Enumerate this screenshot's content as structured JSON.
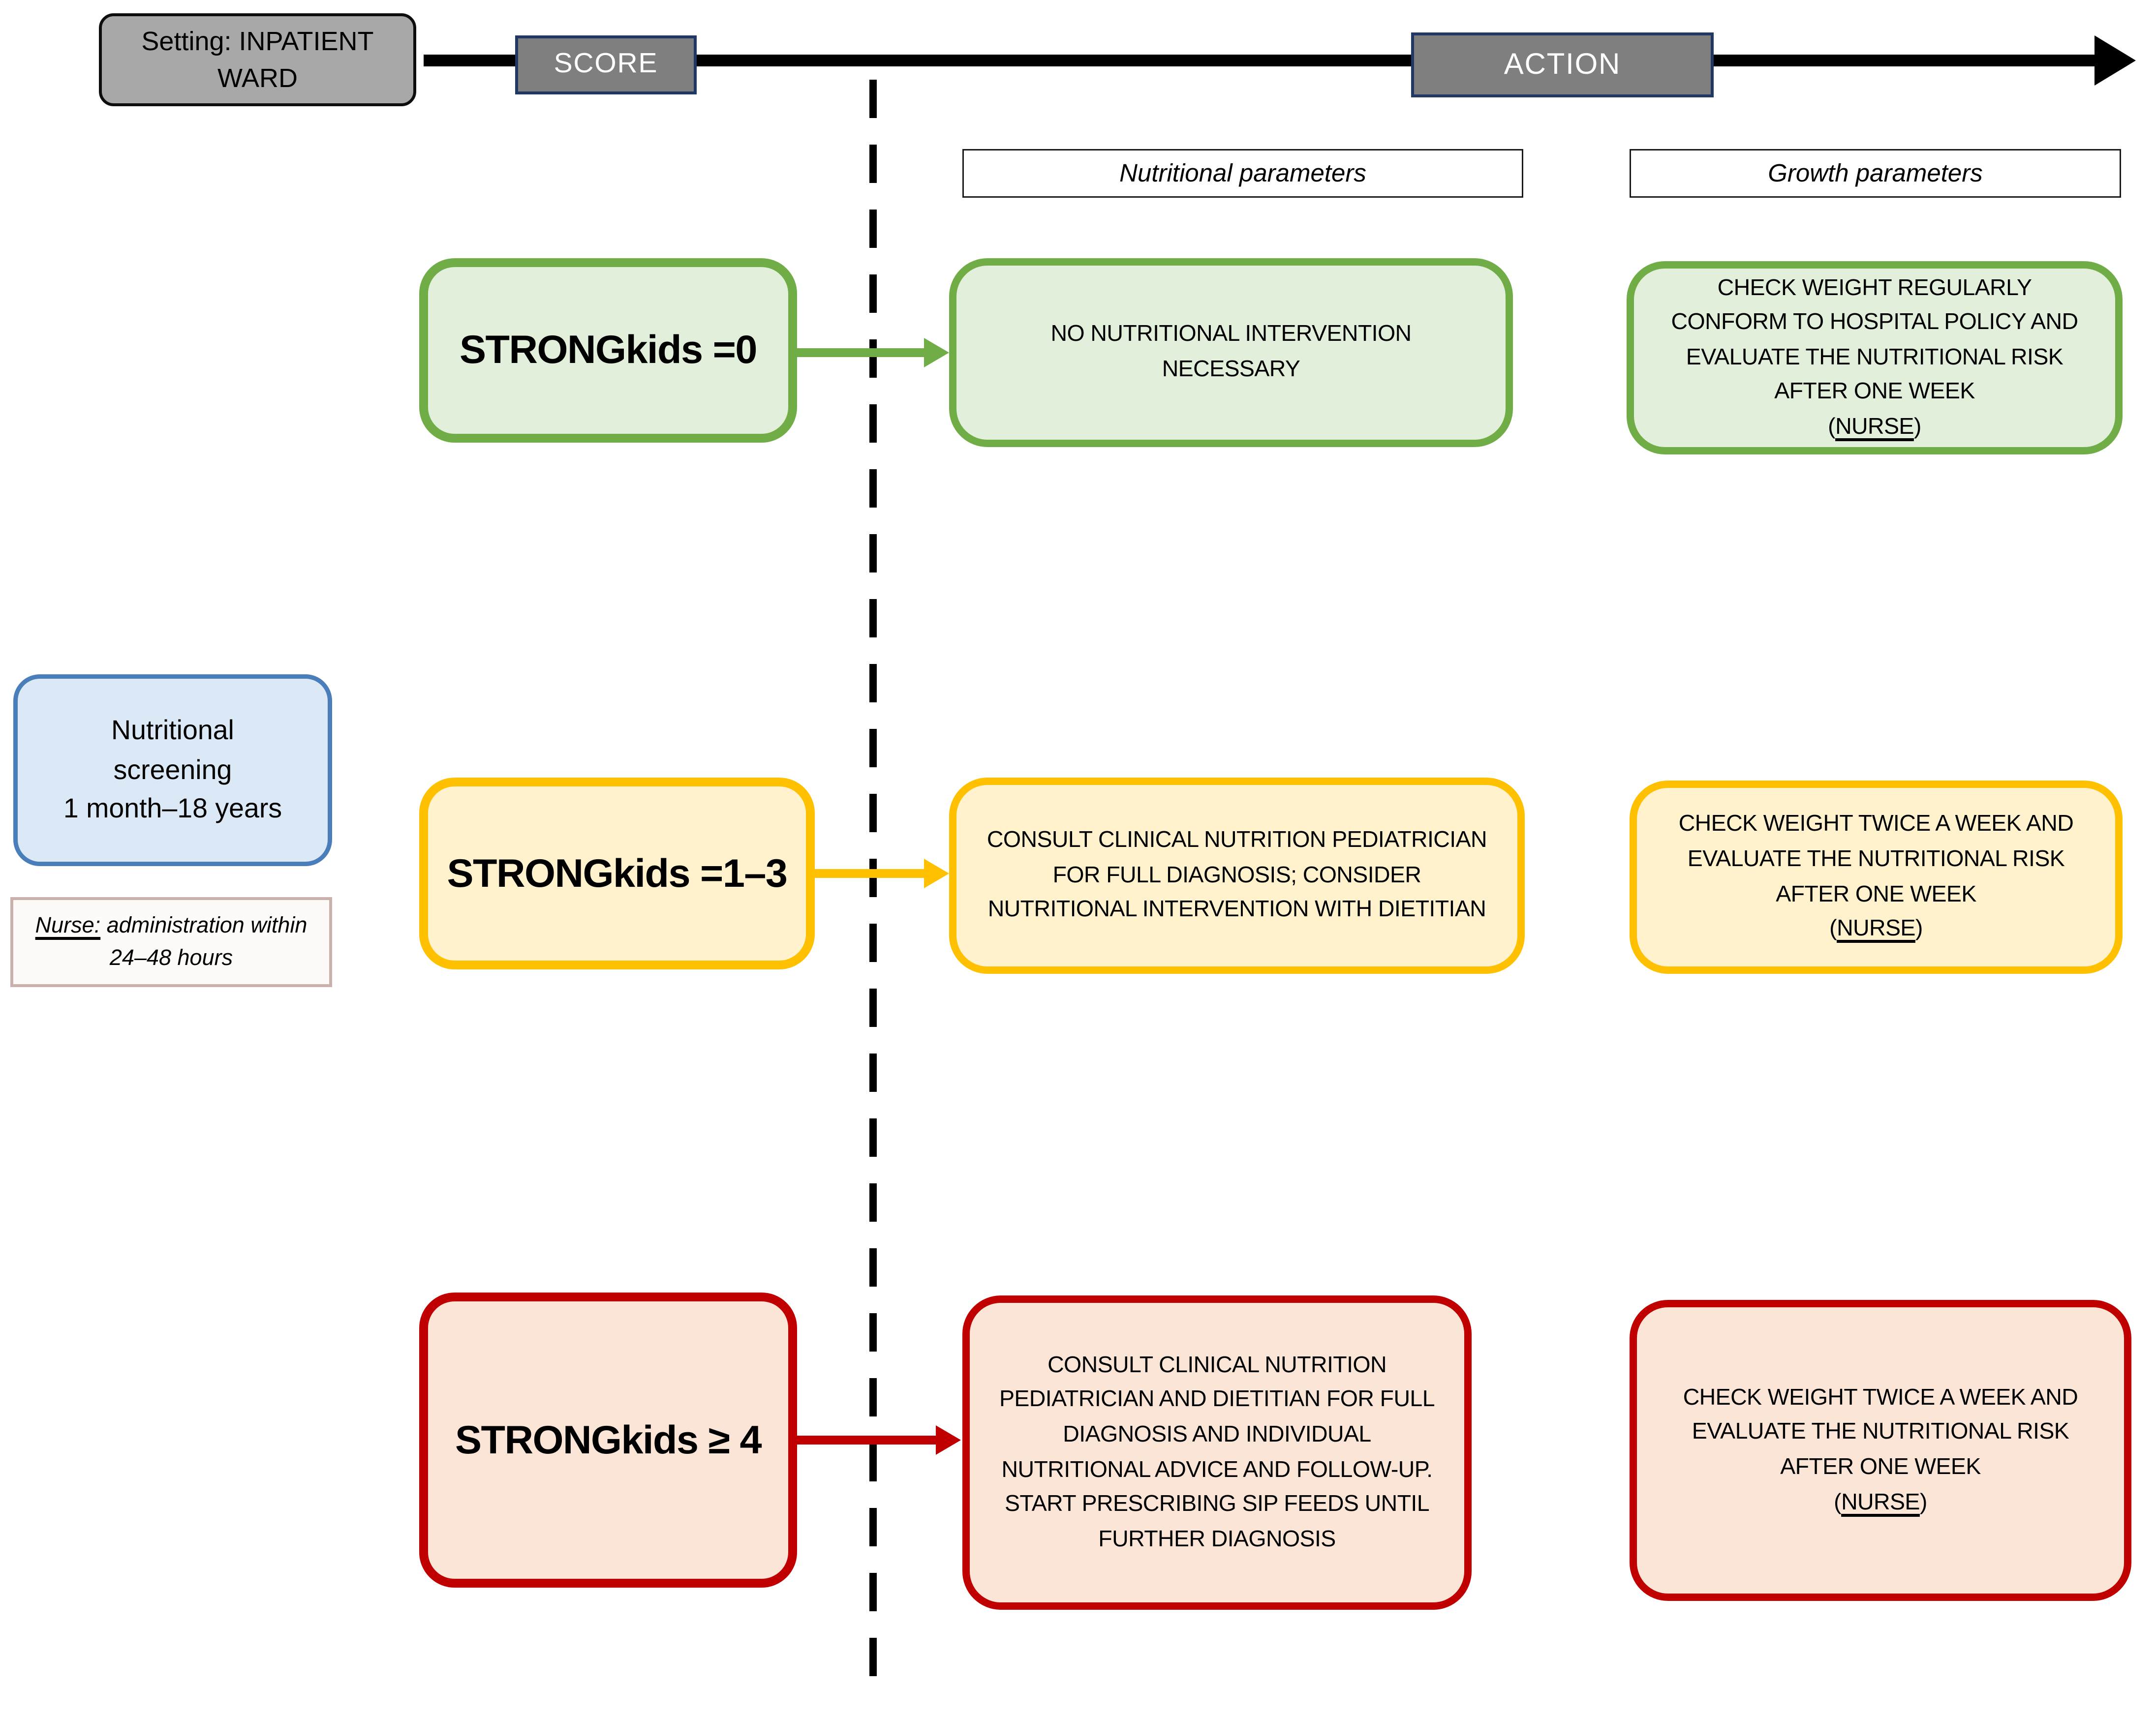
{
  "palette": {
    "timeline_black": "#000000",
    "stage_fill": "#7F7F7F",
    "stage_border": "#1F3864",
    "stage_text": "#FFFFFF",
    "setting_fill": "#A8A8A8"
  },
  "timeline": {
    "setting_line1": "Setting: INPATIENT",
    "setting_line2": "WARD",
    "score_label": "SCORE",
    "action_label": "ACTION"
  },
  "column_headers": {
    "nutritional": "Nutritional parameters",
    "growth": "Growth parameters"
  },
  "sidebar": {
    "screening_line1": "Nutritional",
    "screening_line2": "screening",
    "screening_line3": "1 month–18 years",
    "screening_fill": "#DBE9F6",
    "screening_border": "#4A7EBB",
    "nurse_note_lead": "Nurse:",
    "nurse_note_rest": " administration within 24–48 hours",
    "note_fill": "#FDFAF8",
    "note_border": "#CBB1AB"
  },
  "chars": {
    "open_paren": "(",
    "close_paren": ")"
  },
  "rows": [
    {
      "score_label": "STRONGkids =0",
      "nutritional_action": "NO NUTRITIONAL INTERVENTION NECESSARY",
      "growth_action": "CHECK WEIGHT REGULARLY CONFORM TO HOSPITAL POLICY AND EVALUATE THE NUTRITIONAL RISK AFTER ONE WEEK",
      "growth_actor": "NURSE",
      "border_color": "#70AD47",
      "fill_color": "#E2EFDA"
    },
    {
      "score_label": "STRONGkids =1–3",
      "nutritional_action": "CONSULT CLINICAL NUTRITION PEDIATRICIAN FOR FULL DIAGNOSIS; CONSIDER NUTRITIONAL INTERVENTION WITH DIETITIAN",
      "growth_action": "CHECK WEIGHT TWICE A WEEK AND EVALUATE THE NUTRITIONAL RISK AFTER ONE WEEK",
      "growth_actor": "NURSE",
      "border_color": "#FFC000",
      "fill_color": "#FFF2CC"
    },
    {
      "score_label": "STRONGkids ≥ 4",
      "nutritional_action": "CONSULT CLINICAL NUTRITION PEDIATRICIAN AND DIETITIAN FOR FULL DIAGNOSIS AND INDIVIDUAL NUTRITIONAL ADVICE AND FOLLOW-UP. START PRESCRIBING SIP FEEDS UNTIL FURTHER DIAGNOSIS",
      "growth_action": "CHECK WEIGHT TWICE A WEEK AND EVALUATE THE NUTRITIONAL RISK AFTER ONE WEEK",
      "growth_actor": "NURSE",
      "border_color": "#C00000",
      "fill_color": "#FBE5D6"
    }
  ]
}
